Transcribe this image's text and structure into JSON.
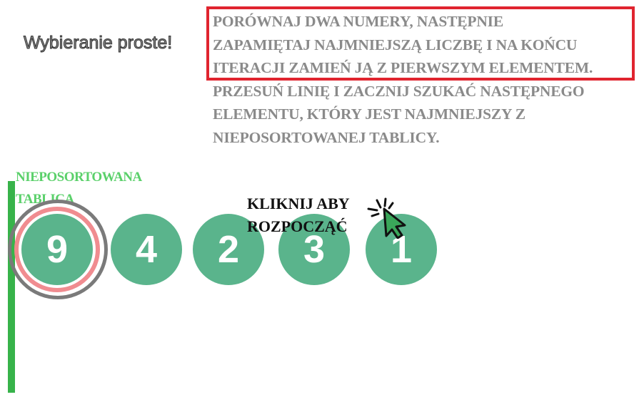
{
  "title": "Wybieranie proste!",
  "instructions": {
    "lines": [
      "PORÓWNAJ DWA NUMERY, NASTĘPNIE",
      "ZAPAMIĘTAJ NAJMNIEJSZĄ LICZBĘ I NA KOŃCU",
      "ITERACJI ZAMIEŃ JĄ Z PIERWSZYM ELEMENTEM.",
      "PRZESUŃ LINIĘ I ZACZNIJ SZUKAĆ NASTĘPNEGO",
      "ELEMENTU, KTÓRY JEST NAJMNIEJSZY Z",
      "NIEPOSORTOWANEJ TABLICY."
    ]
  },
  "unsorted_label": {
    "line1": "NIEPOSORTOWANA",
    "line2": "TABLICA"
  },
  "array": {
    "values": [
      "9",
      "4",
      "2",
      "3",
      "1"
    ],
    "selected_index": 0
  },
  "start_hint": {
    "line1": "KLIKNIJ ABY",
    "line2": "ROZPOCZĄĆ"
  },
  "icons": {
    "cursor": "click-cursor-icon"
  },
  "colors": {
    "ball": "#5ab48c",
    "sort_line": "#37b34a",
    "highlight_border": "#e0242f",
    "selection_ring_inner": "#f08c90",
    "selection_ring_outer": "#7a7a7a",
    "label_green": "#5ad06a",
    "instruction_text": "#8a8a8a"
  }
}
